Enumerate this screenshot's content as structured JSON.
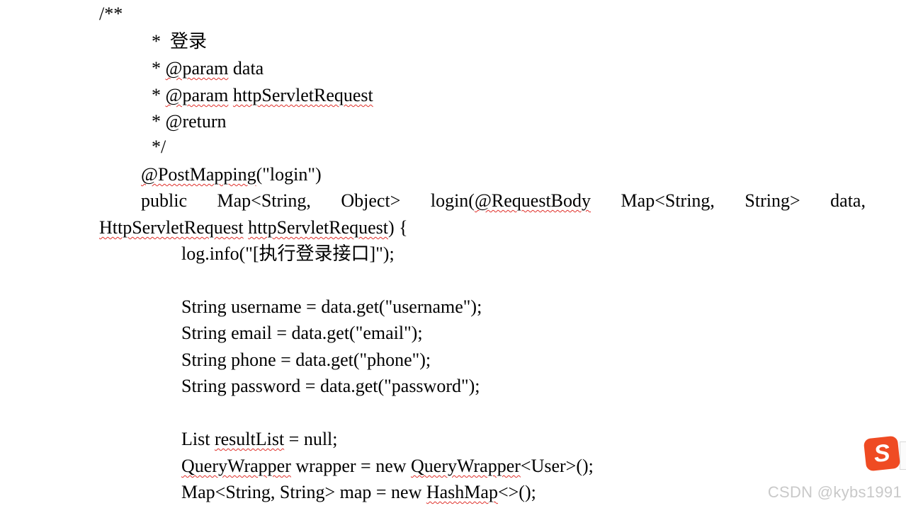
{
  "code": {
    "l1": "/**",
    "l2_star": "*",
    "l2_text": "登录",
    "l3_pre": "* ",
    "l3_tag": "@param",
    "l3_post": " data",
    "l4_pre": "* ",
    "l4_tag": "@param",
    "l4_sp": " ",
    "l4_arg": "httpServletRequest",
    "l5": "* @return",
    "l6": "*/",
    "l7_tag": "@PostMapping",
    "l7_post": "(\"login\")",
    "sig_public": "public",
    "sig_map": "Map<String,",
    "sig_object": "Object>",
    "sig_login_pre": "login(",
    "sig_login_tag": "@RequestBody",
    "sig_map2": "Map<String,",
    "sig_string": "String>",
    "sig_data": "data,",
    "l9_type": "HttpServletRequest",
    "l9_sp": " ",
    "l9_arg": "httpServletRequest",
    "l9_post": ") {",
    "l10": "log.info(\"[执行登录接口]\");",
    "l11": "String username = data.get(\"username\");",
    "l12": "String email = data.get(\"email\");",
    "l13": "String phone = data.get(\"phone\");",
    "l14": "String password = data.get(\"password\");",
    "l15_pre": "List ",
    "l15_var": "resultList",
    "l15_post": " = null;",
    "l16_type": "QueryWrapper",
    "l16_mid": " wrapper = new ",
    "l16_ctor": "QueryWrapper",
    "l16_post": "<User>();",
    "l17_pre": "Map<String, String> map = new ",
    "l17_ctor": "HashMap",
    "l17_post": "<>();"
  },
  "ime_badge": {
    "glyph": "S",
    "icon": "sogou-input-icon",
    "color": "#ef4b23"
  },
  "watermark": {
    "text": "CSDN @kybs1991"
  }
}
